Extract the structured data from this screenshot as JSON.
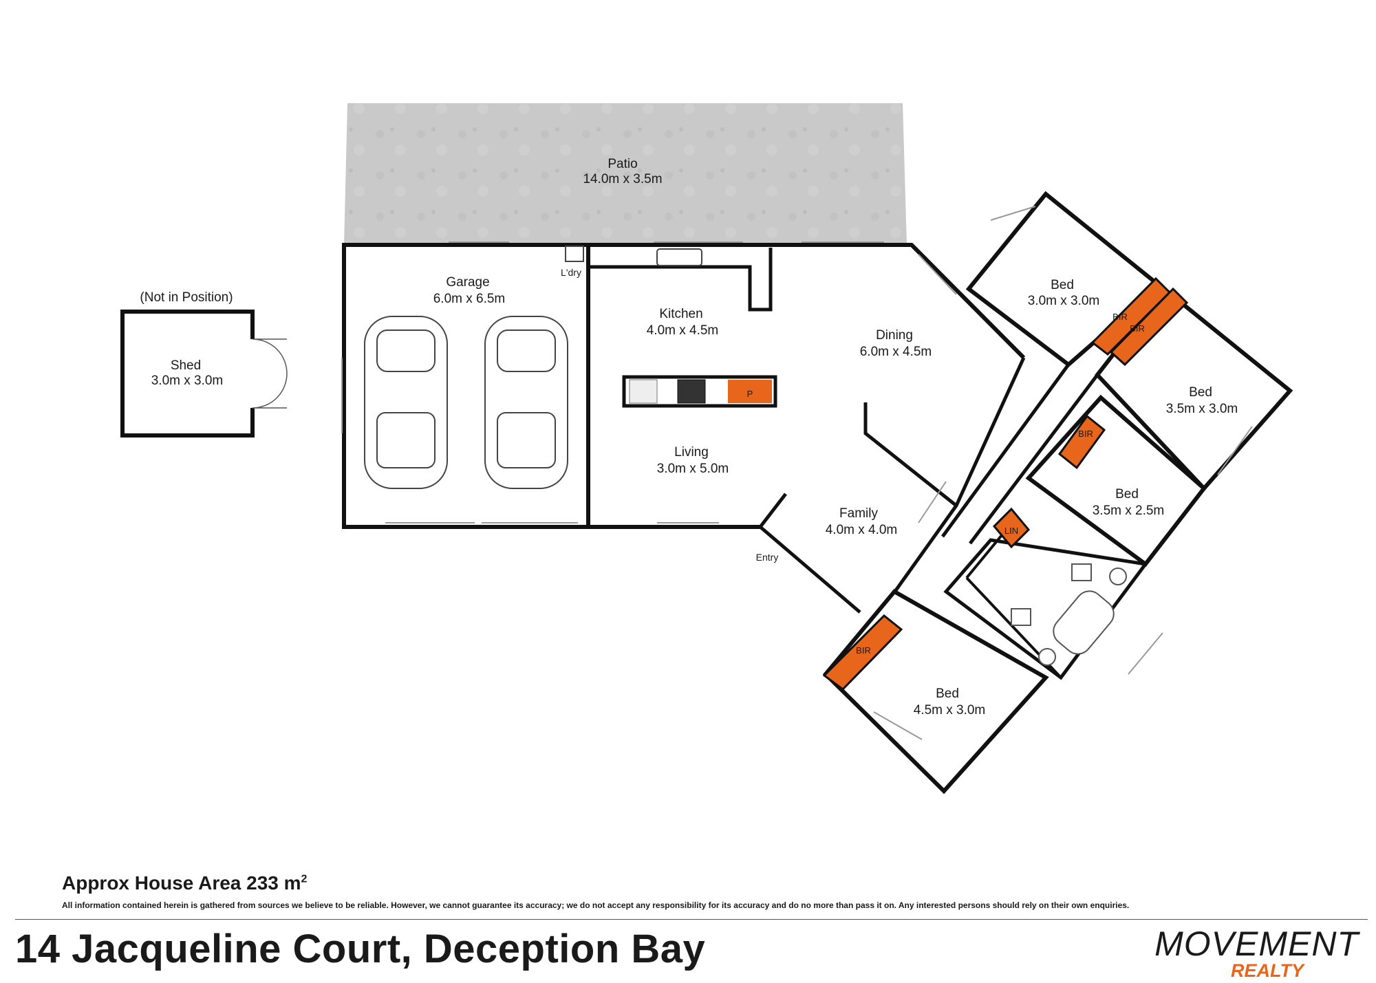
{
  "plan": {
    "shed_note": "(Not in Position)",
    "rooms": {
      "patio": {
        "name": "Patio",
        "size": "14.0m x 3.5m"
      },
      "shed": {
        "name": "Shed",
        "size": "3.0m x 3.0m"
      },
      "garage": {
        "name": "Garage",
        "size": "6.0m x 6.5m"
      },
      "kitchen": {
        "name": "Kitchen",
        "size": "4.0m x 4.5m"
      },
      "dining": {
        "name": "Dining",
        "size": "6.0m x 4.5m"
      },
      "living": {
        "name": "Living",
        "size": "3.0m x 5.0m"
      },
      "family": {
        "name": "Family",
        "size": "4.0m x 4.0m"
      },
      "bed1": {
        "name": "Bed",
        "size": "3.0m x 3.0m"
      },
      "bed2": {
        "name": "Bed",
        "size": "3.5m x 3.0m"
      },
      "bed3": {
        "name": "Bed",
        "size": "3.5m x 2.5m"
      },
      "bed4": {
        "name": "Bed",
        "size": "4.5m x 3.0m"
      }
    },
    "small_labels": {
      "laundry": "L'dry",
      "entry": "Entry",
      "pantry": "P",
      "linen": "LIN",
      "bir": "BIR"
    },
    "colors": {
      "wall": "#111111",
      "storage": "#e8651c",
      "patio": "#c9c9c9"
    }
  },
  "footer": {
    "area_label": "Approx House Area 233 m",
    "area_unit_sup": "2",
    "disclaimer": "All information contained herein is gathered from sources we believe to be reliable. However, we cannot guarantee its accuracy; we do not accept any responsibility for its accuracy and do no more than pass it on. Any interested persons should rely on their own enquiries.",
    "address": "14 Jacqueline Court, Deception Bay",
    "logo_brand": "MOVEMENT",
    "logo_sub": "REALTY",
    "logo_sub_color": "#e8651c"
  }
}
